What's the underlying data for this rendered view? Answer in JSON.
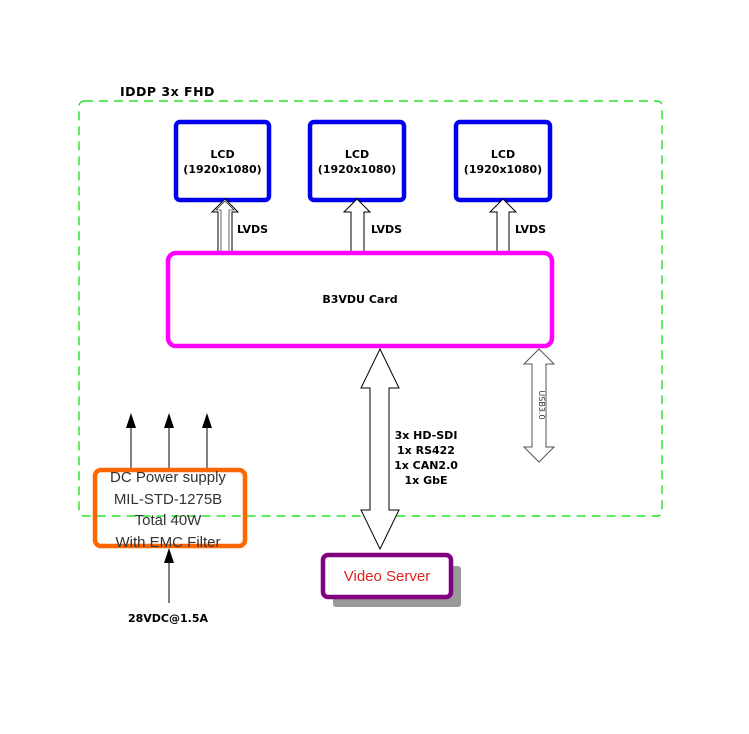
{
  "title": "IDDP 3x FHD",
  "lcds": [
    {
      "line1": "LCD",
      "line2": "(1920x1080)"
    },
    {
      "line1": "LCD",
      "line2": "(1920x1080)"
    },
    {
      "line1": "LCD",
      "line2": "(1920x1080)"
    }
  ],
  "lvds_labels": [
    "LVDS",
    "LVDS",
    "LVDS"
  ],
  "card": {
    "label": "B3VDU Card"
  },
  "usb_label": "USB3.0",
  "interfaces": [
    "3x HD-SDI",
    "1x RS422",
    "1x CAN2.0",
    "1x GbE"
  ],
  "power_supply": {
    "lines": [
      "DC Power supply",
      "MIL-STD-1275B",
      "Total 40W",
      "With EMC Filter"
    ]
  },
  "power_input": "28VDC@1.5A",
  "video_server": {
    "label": "Video Server"
  },
  "colors": {
    "frame": "#00dd00",
    "lcd_border": "#0000ee",
    "card_border": "#ff00ff",
    "psu_border": "#ff6600",
    "server_border": "#800080",
    "server_text": "#dd2222",
    "server_shadow": "#999999",
    "psu_text": "#333333"
  }
}
